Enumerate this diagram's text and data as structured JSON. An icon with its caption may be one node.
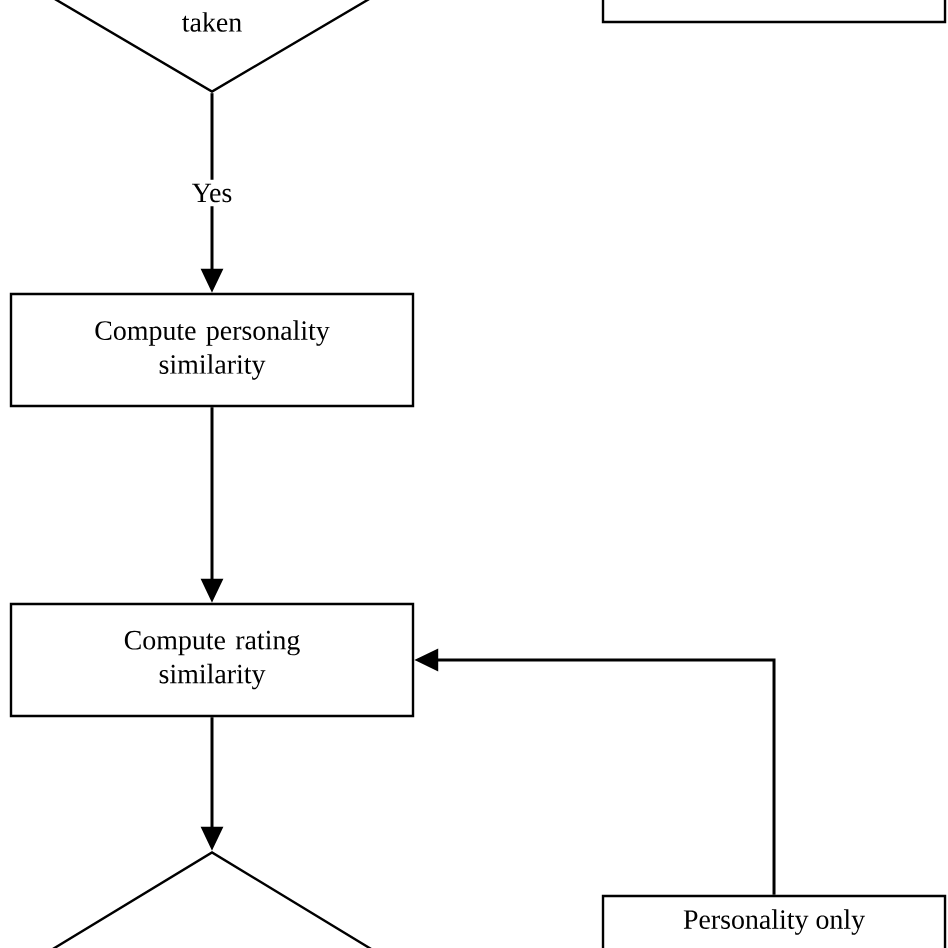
{
  "diagram": {
    "nodes": [
      {
        "text": [
          "taken"
        ]
      },
      {
        "text": [],
        "shape": "box"
      },
      {
        "text": [
          "Compute personality similarity"
        ]
      },
      {
        "text": [
          "Compute rating similarity"
        ]
      },
      {
        "text": [],
        "shape": "diamond"
      },
      {
        "text": [
          "Personality only"
        ]
      }
    ],
    "edges": [
      {
        "from": 0,
        "to": 2,
        "arrow": "to",
        "label": "Yes"
      },
      {
        "from": 2,
        "to": 3,
        "arrow": "to"
      },
      {
        "from": 3,
        "to": 4,
        "arrow": "to"
      },
      {
        "from": 5,
        "to": 3,
        "arrow": "to"
      }
    ]
  }
}
